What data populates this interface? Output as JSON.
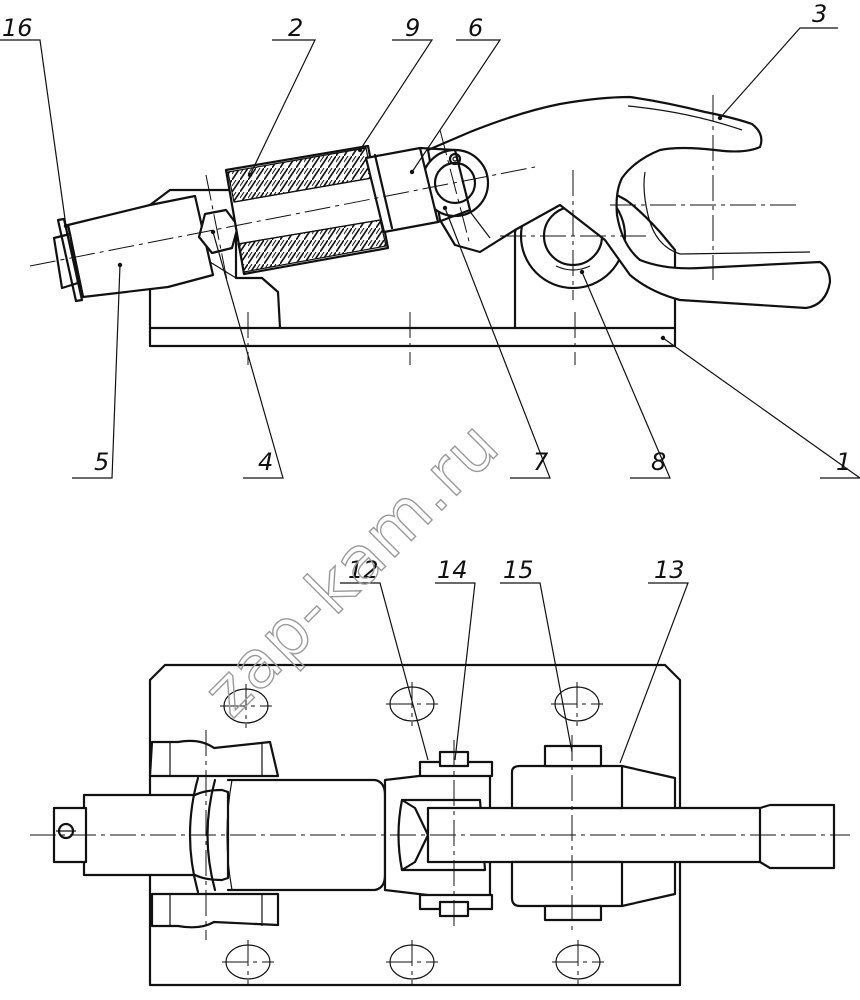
{
  "watermark": "zap-kam.ru",
  "labels": {
    "l1": "1",
    "l2": "2",
    "l3": "3",
    "l4": "4",
    "l5": "5",
    "l6": "6",
    "l7": "7",
    "l8": "8",
    "l9": "9",
    "l12": "12",
    "l13": "13",
    "l14": "14",
    "l15": "15",
    "l16": "16"
  }
}
